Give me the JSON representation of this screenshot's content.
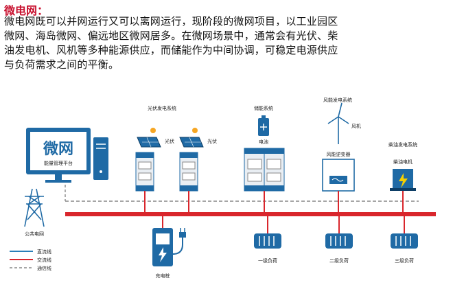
{
  "heading": "微电网：",
  "paragraph_lines": [
    "微电网既可以并网运行又可以离网运行，现阶段的微网项目，以工业园区",
    "微网、海岛微网、偏远地区微网居多。在微网场景中，通常会有光伏、柴",
    "油发电机、风机等多种能源供应，而储能作为中间协调，可稳定电源供应",
    "与负荷需求之间的平衡。"
  ],
  "diagram": {
    "monitor_text": "微网",
    "monitor_caption": "能量管理平台",
    "grid_label": "公共电网",
    "pv_system_title": "光伏发电系统",
    "pv_label_1": "光伏",
    "pv_label_2": "光伏",
    "storage_title": "储能系统",
    "battery_label": "电池",
    "wind_title": "风能发电系统",
    "wind_label": "风机",
    "inverter_label": "风能逆变器",
    "diesel_title": "柴油发电系统",
    "diesel_label": "柴油电机",
    "charger_label": "充电桩",
    "load_1": "一级负荷",
    "load_2": "二级负荷",
    "load_3": "三级负荷",
    "legend": {
      "dc": "直流线",
      "ac": "交流线",
      "comm": "通信线"
    },
    "colors": {
      "ac_bus": "#d9262c",
      "dc_line": "#2a7fb8",
      "comm_line": "#888888",
      "equipment_blue": "#1f6aa5"
    }
  }
}
